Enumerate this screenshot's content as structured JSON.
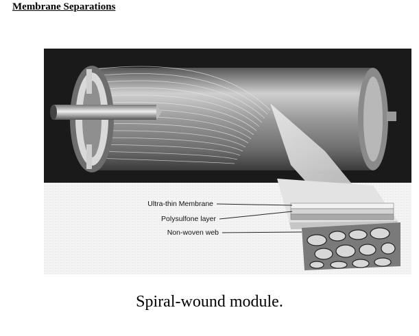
{
  "heading": "Membrane Separations",
  "caption": "Spiral-wound module.",
  "labels": {
    "membrane": "Ultra-thin Membrane",
    "polysulfone": "Polysulfone layer",
    "nonwoven": "Non-woven web"
  }
}
